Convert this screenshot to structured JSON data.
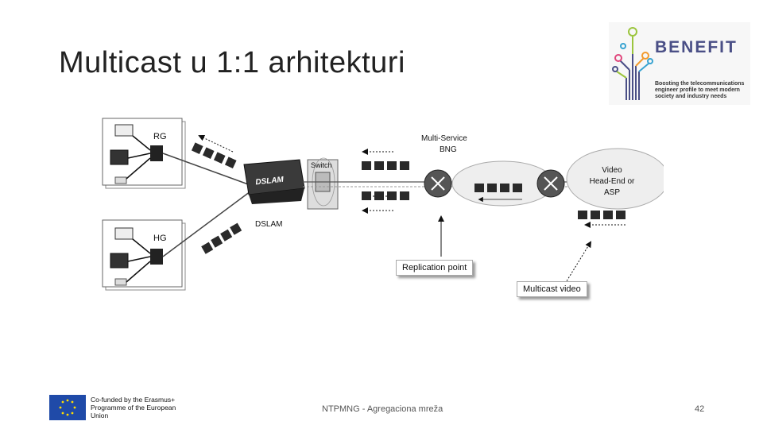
{
  "slide": {
    "title": "Multicast u 1:1 arhitekturi",
    "footer": "NTPMNG - Agregaciona mreža",
    "page_number": "42"
  },
  "logo": {
    "name": "BENEFIT",
    "tagline": "Boosting the telecommunications engineer profile to meet modern society and industry needs"
  },
  "eu_logo": {
    "text": "Co-funded by the Erasmus+ Programme of the European Union"
  },
  "diagram": {
    "labels": {
      "rg": "RG",
      "hg": "HG",
      "dslam_box": "DSLAM",
      "dslam": "DSLAM",
      "switch": "Switch",
      "bng": "Multi-Service\nBNG",
      "headend": "Video\nHead-End or\nASP",
      "replication_point": "Replication point",
      "multicast_video": "Multicast video"
    }
  },
  "colors": {
    "logo_text": "#4a4f86",
    "eu_blue": "#1f4aa8",
    "packet": "#2a2a2a"
  }
}
